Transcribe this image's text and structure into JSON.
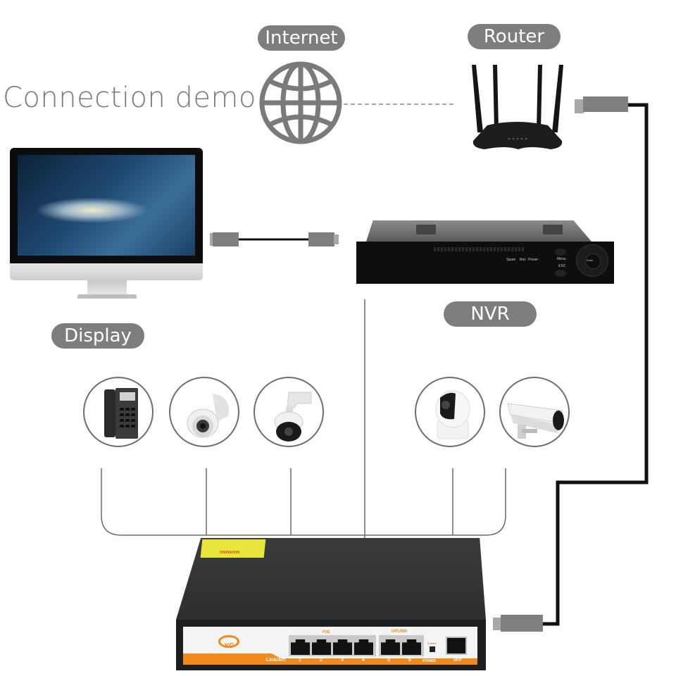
{
  "diagram": {
    "title": "Connection demo",
    "nodes": {
      "internet": {
        "label": "Internet",
        "icon": "globe-icon"
      },
      "router": {
        "label": "Router",
        "icon": "router-icon"
      },
      "display": {
        "label": "Display",
        "icon": "monitor-icon"
      },
      "nvr": {
        "label": "NVR",
        "icon": "nvr-icon",
        "front_panel": {
          "indicators": [
            "Spare",
            "Rec",
            "Power"
          ],
          "buttons": [
            "Menu",
            "ESC",
            "Enter"
          ]
        }
      }
    },
    "endpoints": [
      {
        "name": "ip-phone",
        "icon": "ip-phone-icon"
      },
      {
        "name": "dome-camera",
        "icon": "dome-camera-icon"
      },
      {
        "name": "ptz-camera",
        "icon": "ptz-camera-icon"
      },
      {
        "name": "indoor-pt-camera",
        "icon": "indoor-camera-icon"
      },
      {
        "name": "bullet-camera",
        "icon": "bullet-camera-icon"
      }
    ],
    "switch": {
      "brand": "YC",
      "warning_label": "WARNING",
      "group_poe": "POE",
      "group_uplink": "UPLINK",
      "link_act_label": "Link/Act",
      "ports": [
        "1",
        "2",
        "3",
        "4",
        "5",
        "6"
      ],
      "power_label": "POWER",
      "extend_label": "Extend",
      "sfp_label": "SFP"
    },
    "colors": {
      "pill": "#7d7d7d",
      "switch_orange": "#f08a1c",
      "switch_body": "#2e2f31",
      "cable": "#111111",
      "line": "#6b6b6b"
    }
  }
}
